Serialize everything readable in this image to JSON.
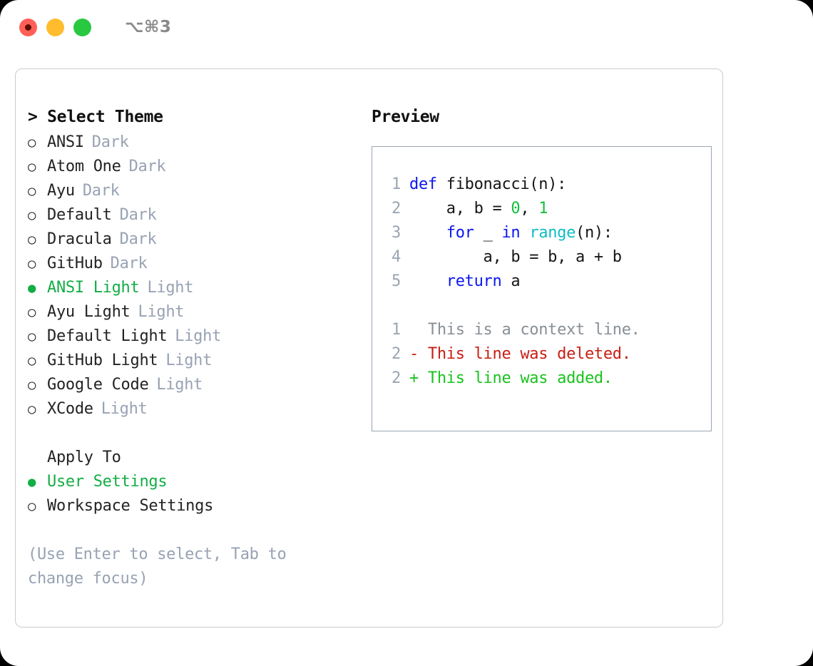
{
  "titlebar": {
    "shortcut": "⌥⌘3",
    "buttons": [
      {
        "name": "close",
        "color": "#FF5F57"
      },
      {
        "name": "minimize",
        "color": "#FFBD2E"
      },
      {
        "name": "maximize",
        "color": "#28C840"
      }
    ]
  },
  "theme_list": {
    "title": "> Select Theme",
    "items": [
      {
        "marker": "○",
        "name": "ANSI",
        "variant": "Dark",
        "selected": false
      },
      {
        "marker": "○",
        "name": "Atom One",
        "variant": "Dark",
        "selected": false
      },
      {
        "marker": "○",
        "name": "Ayu",
        "variant": "Dark",
        "selected": false
      },
      {
        "marker": "○",
        "name": "Default",
        "variant": "Dark",
        "selected": false
      },
      {
        "marker": "○",
        "name": "Dracula",
        "variant": "Dark",
        "selected": false
      },
      {
        "marker": "○",
        "name": "GitHub",
        "variant": "Dark",
        "selected": false
      },
      {
        "marker": "●",
        "name": "ANSI Light",
        "variant": "Light",
        "selected": true
      },
      {
        "marker": "○",
        "name": "Ayu Light",
        "variant": "Light",
        "selected": false
      },
      {
        "marker": "○",
        "name": "Default Light",
        "variant": "Light",
        "selected": false
      },
      {
        "marker": "○",
        "name": "GitHub Light",
        "variant": "Light",
        "selected": false
      },
      {
        "marker": "○",
        "name": "Google Code",
        "variant": "Light",
        "selected": false
      },
      {
        "marker": "○",
        "name": "XCode",
        "variant": "Light",
        "selected": false
      }
    ]
  },
  "apply_to": {
    "title": "Apply To",
    "items": [
      {
        "marker": "●",
        "label": "User Settings",
        "selected": true
      },
      {
        "marker": "○",
        "label": "Workspace Settings",
        "selected": false
      }
    ]
  },
  "hint": "(Use Enter to select, Tab to change focus)",
  "preview": {
    "title": "Preview",
    "code_lines": [
      {
        "no": "1",
        "tokens": [
          {
            "t": "def ",
            "c": "kw"
          },
          {
            "t": "fibonacci(n):",
            "c": "txt"
          }
        ]
      },
      {
        "no": "2",
        "tokens": [
          {
            "t": "    a, b = ",
            "c": "txt"
          },
          {
            "t": "0",
            "c": "num"
          },
          {
            "t": ", ",
            "c": "txt"
          },
          {
            "t": "1",
            "c": "num"
          }
        ]
      },
      {
        "no": "3",
        "tokens": [
          {
            "t": "    ",
            "c": "txt"
          },
          {
            "t": "for",
            "c": "kw"
          },
          {
            "t": " _ ",
            "c": "txt"
          },
          {
            "t": "in",
            "c": "kw"
          },
          {
            "t": " ",
            "c": "txt"
          },
          {
            "t": "range",
            "c": "fn"
          },
          {
            "t": "(n):",
            "c": "txt"
          }
        ]
      },
      {
        "no": "4",
        "tokens": [
          {
            "t": "        a, b = b, a + b",
            "c": "txt"
          }
        ]
      },
      {
        "no": "5",
        "tokens": [
          {
            "t": "    ",
            "c": "txt"
          },
          {
            "t": "return",
            "c": "kw"
          },
          {
            "t": " a",
            "c": "txt"
          }
        ]
      }
    ],
    "diff_lines": [
      {
        "no": "1",
        "tokens": [
          {
            "t": "  This is a context line.",
            "c": "ctx"
          }
        ]
      },
      {
        "no": "2",
        "tokens": [
          {
            "t": "- This line was deleted.",
            "c": "del"
          }
        ]
      },
      {
        "no": "2",
        "tokens": [
          {
            "t": "+ This line was added.",
            "c": "add"
          }
        ]
      }
    ]
  },
  "colors": {
    "accent_green": "#13ad45",
    "muted": "#98a2b3",
    "keyword": "#0b16f0",
    "function": "#0fbcc6",
    "number": "#14bf3c",
    "diff_delete": "#c81e14",
    "diff_add": "#19c31e",
    "border": "#9aa5b4"
  }
}
